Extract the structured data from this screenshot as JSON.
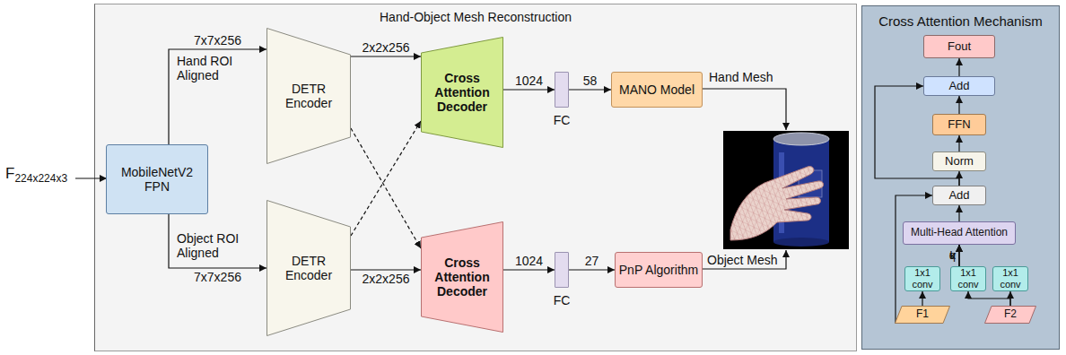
{
  "diagram": {
    "nodes": [
      {
        "text": [
          "Hand-Object Mesh Reconstruction"
        ]
      },
      {
        "text": [
          "MobileNetV2 FPN"
        ],
        "in": 0
      },
      {
        "text": [
          "DETR Encoder"
        ],
        "in": 0
      },
      {
        "text": [
          "Cross Attention Decoder"
        ],
        "in": 0
      },
      {
        "text": [
          "FC"
        ],
        "in": 0
      },
      {
        "text": [
          "MANO Model"
        ],
        "in": 0
      },
      {
        "text": [
          "DETR Encoder"
        ],
        "in": 0
      },
      {
        "text": [
          "Cross Attention Decoder"
        ],
        "in": 0
      },
      {
        "text": [
          "FC"
        ],
        "in": 0
      },
      {
        "text": [
          "PnP Algorithm"
        ],
        "in": 0
      },
      {
        "text": [
          "Cross Attention Mechanism"
        ]
      },
      {
        "text": [
          "Fout"
        ],
        "in": 10
      },
      {
        "text": [
          "Add"
        ],
        "in": 10
      },
      {
        "text": [
          "FFN"
        ],
        "in": 10
      },
      {
        "text": [
          "Norm"
        ],
        "in": 10
      },
      {
        "text": [
          "Add"
        ],
        "in": 10
      },
      {
        "text": [
          "Multi-Head Attention"
        ],
        "in": 10
      },
      {
        "text": [
          "1x1 conv"
        ],
        "in": 10
      },
      {
        "text": [
          "1x1 conv"
        ],
        "in": 10
      },
      {
        "text": [
          "1x1 conv"
        ],
        "in": 10
      },
      {
        "text": [
          "F1"
        ],
        "in": 10
      },
      {
        "text": [
          "F2"
        ],
        "in": 10
      }
    ],
    "edges": [
      {
        "from": 1,
        "to": 2,
        "label": "7x7x256",
        "arrow": "to"
      },
      {
        "from": 1,
        "to": 6,
        "label": "7x7x256",
        "arrow": "to"
      },
      {
        "from": 2,
        "to": 3,
        "label": "2x2x256",
        "arrow": "to"
      },
      {
        "from": 2,
        "to": 7,
        "arrow": "to"
      },
      {
        "from": 6,
        "to": 3,
        "arrow": "to"
      },
      {
        "from": 6,
        "to": 7,
        "label": "2x2x256",
        "arrow": "to"
      },
      {
        "from": 3,
        "to": 4,
        "label": "1024",
        "arrow": "to"
      },
      {
        "from": 4,
        "to": 5,
        "label": "58",
        "arrow": "to"
      },
      {
        "from": 7,
        "to": 8,
        "label": "1024",
        "arrow": "to"
      },
      {
        "from": 8,
        "to": 9,
        "label": "27",
        "arrow": "to"
      },
      {
        "from": 20,
        "to": 17,
        "arrow": "to"
      },
      {
        "from": 20,
        "to": 15,
        "arrow": "to"
      },
      {
        "from": 21,
        "to": 18,
        "arrow": "to"
      },
      {
        "from": 21,
        "to": 19,
        "arrow": "to"
      },
      {
        "from": 17,
        "to": 16,
        "label": "q",
        "arrow": "to"
      },
      {
        "from": 18,
        "to": 16,
        "label": "k",
        "arrow": "to"
      },
      {
        "from": 19,
        "to": 16,
        "label": "v",
        "arrow": "to"
      },
      {
        "from": 16,
        "to": 15,
        "arrow": "to"
      },
      {
        "from": 15,
        "to": 14,
        "arrow": "to"
      },
      {
        "from": 14,
        "to": 13,
        "arrow": "to"
      },
      {
        "from": 13,
        "to": 12,
        "arrow": "to"
      },
      {
        "from": 15,
        "to": 12,
        "arrow": "to"
      },
      {
        "from": 12,
        "to": 11,
        "arrow": "to"
      }
    ],
    "labels": [
      "Hand ROI Aligned",
      "Object ROI Aligned",
      "F",
      "224x224x3",
      "Hand Mesh",
      "Object Mesh"
    ]
  }
}
